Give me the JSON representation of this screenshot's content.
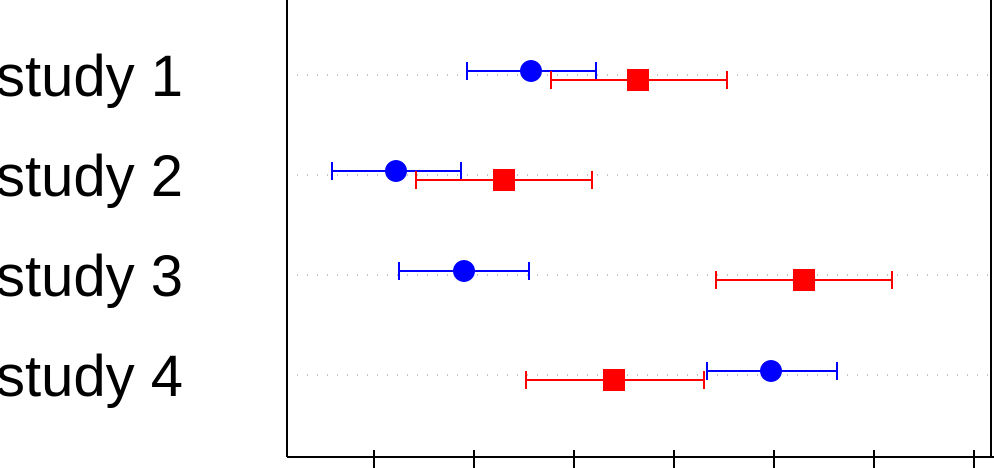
{
  "chart_data": {
    "type": "scatter",
    "subtype": "forest-plot",
    "title": "",
    "xlabel": "",
    "ylabel": "",
    "grid": false,
    "legend": "none",
    "categories": [
      "study 1",
      "study 2",
      "study 3",
      "study 4"
    ],
    "series": [
      {
        "marker": "circle",
        "color": "#0000ff",
        "estimate": [
          3.27,
          1.92,
          2.6,
          5.67
        ],
        "lower": [
          2.63,
          1.28,
          1.95,
          5.03
        ],
        "upper": [
          3.92,
          2.57,
          3.25,
          6.33
        ]
      },
      {
        "marker": "square",
        "color": "#ff0000",
        "estimate": [
          4.34,
          3.0,
          6.0,
          4.1
        ],
        "lower": [
          3.47,
          2.12,
          5.12,
          3.22
        ],
        "upper": [
          5.23,
          3.88,
          6.88,
          5.0
        ]
      }
    ],
    "xlim": [
      0.83,
      7.87
    ],
    "xticks": [
      1.7,
      2.7,
      3.7,
      4.7,
      5.7,
      6.7,
      7.7
    ]
  }
}
